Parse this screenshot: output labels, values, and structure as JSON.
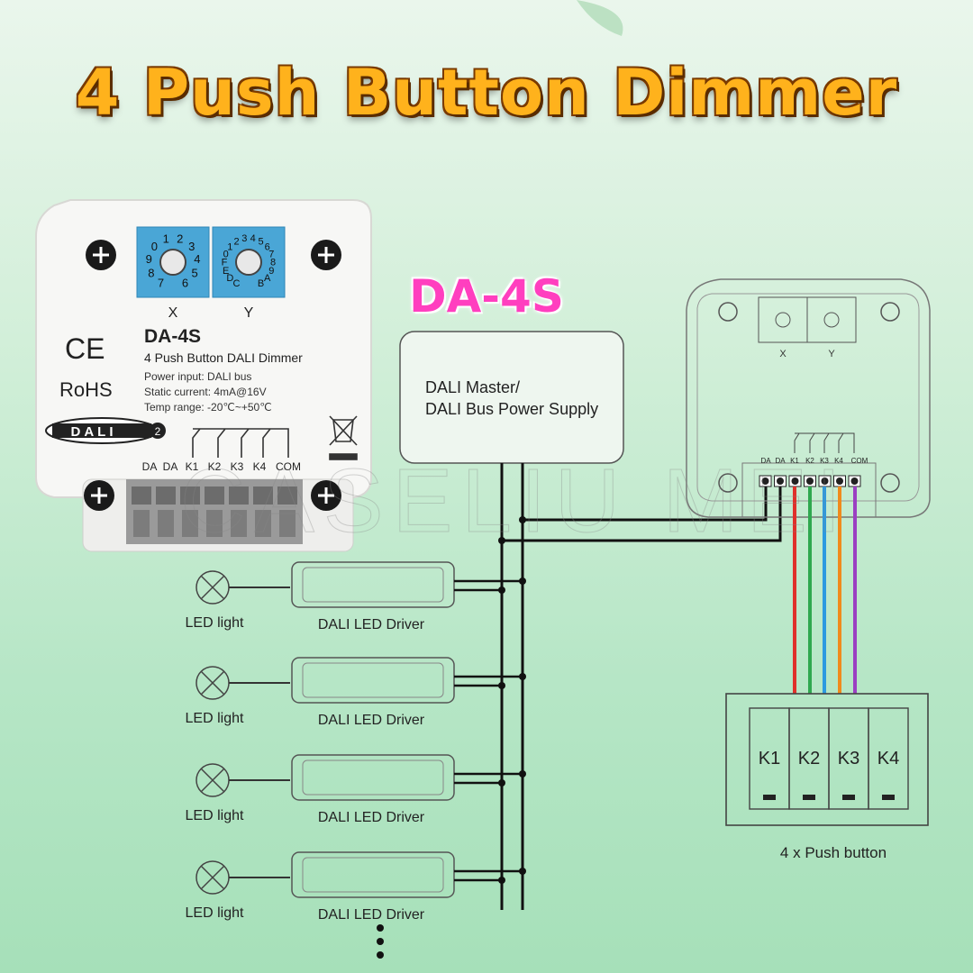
{
  "title": "4 Push Button Dimmer",
  "model_tag": "DA-4S",
  "device": {
    "dial_x_digits": [
      "7",
      "8",
      "9",
      "0",
      "1",
      "2",
      "3",
      "4",
      "5",
      "6"
    ],
    "dial_y_digits": [
      "C",
      "D",
      "E",
      "F",
      "0",
      "1",
      "2",
      "3",
      "4",
      "5",
      "6",
      "7",
      "8",
      "9",
      "A",
      "B"
    ],
    "label_x": "X",
    "label_y": "Y",
    "ce_mark": "CE",
    "rohs": "RoHS",
    "dali_logo": "DALI",
    "dali_logo_version": "2",
    "model": "DA-4S",
    "desc": "4 Push Button DALI Dimmer",
    "power": "Power input: DALI bus",
    "current": "Static current: 4mA@16V",
    "temp": "Temp range: -20℃~+50℃",
    "terminals": [
      "DA",
      "DA",
      "K1",
      "K2",
      "K3",
      "K4",
      "COM"
    ]
  },
  "master_box": {
    "line1": "DALI Master/",
    "line2": "DALI Bus Power Supply"
  },
  "drivers": [
    {
      "light_label": "LED light",
      "driver_label": "DALI LED Driver"
    },
    {
      "light_label": "LED light",
      "driver_label": "DALI LED Driver"
    },
    {
      "light_label": "LED light",
      "driver_label": "DALI LED Driver"
    },
    {
      "light_label": "LED light",
      "driver_label": "DALI LED Driver"
    }
  ],
  "diagram_device": {
    "label_x": "X",
    "label_y": "Y",
    "terminals": [
      "DA",
      "DA",
      "K1",
      "K2",
      "K3",
      "K4",
      "COM"
    ]
  },
  "wire_colors": [
    "#e0302a",
    "#2fa84f",
    "#2c9ae0",
    "#f08a1c",
    "#9b3fc2"
  ],
  "buttons": {
    "keys": [
      "K1",
      "K2",
      "K3",
      "K4"
    ],
    "caption": "4 x Push button"
  },
  "watermark": "CASELIU MEI"
}
